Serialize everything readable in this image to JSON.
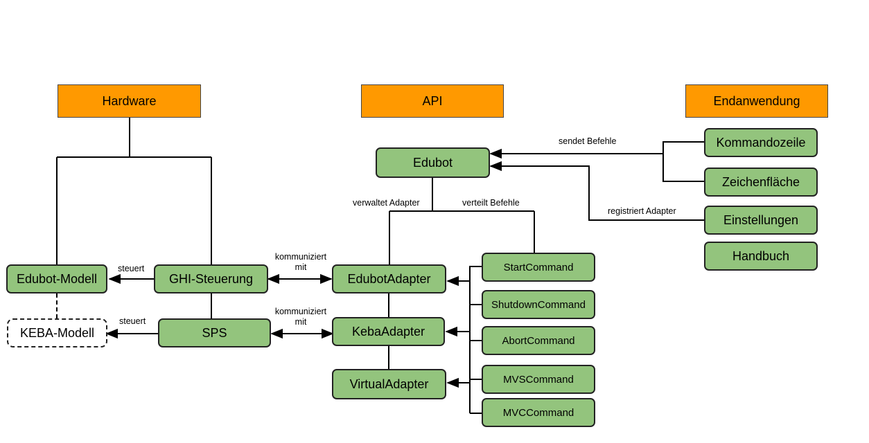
{
  "headers": {
    "hardware": "Hardware",
    "api": "API",
    "endanwendung": "Endanwendung"
  },
  "hardware": {
    "edubot_modell": "Edubot-Modell",
    "ghi_steuerung": "GHI-Steuerung",
    "keba_modell": "KEBA-Modell",
    "sps": "SPS"
  },
  "api": {
    "edubot": "Edubot",
    "edubot_adapter": "EdubotAdapter",
    "keba_adapter": "KebaAdapter",
    "virtual_adapter": "VirtualAdapter"
  },
  "commands": [
    "StartCommand",
    "ShutdownCommand",
    "AbortCommand",
    "MVSCommand",
    "MVCCommand"
  ],
  "app": {
    "kommandozeile": "Kommandozeile",
    "zeichenflaeche": "Zeichenfläche",
    "einstellungen": "Einstellungen",
    "handbuch": "Handbuch"
  },
  "edge_labels": {
    "steuert_1": "steuert",
    "steuert_2": "steuert",
    "kommuniziert_1": "kommuniziert",
    "mit_1": "mit",
    "kommuniziert_2": "kommuniziert",
    "mit_2": "mit",
    "verwaltet_adapter": "verwaltet Adapter",
    "verteilt_befehle": "verteilt Befehle",
    "sendet_befehle": "sendet Befehle",
    "registriert_adapter": "registriert Adapter"
  },
  "colors": {
    "header_fill": "#ff9900",
    "component_fill": "#93c47d",
    "line": "#000000"
  }
}
